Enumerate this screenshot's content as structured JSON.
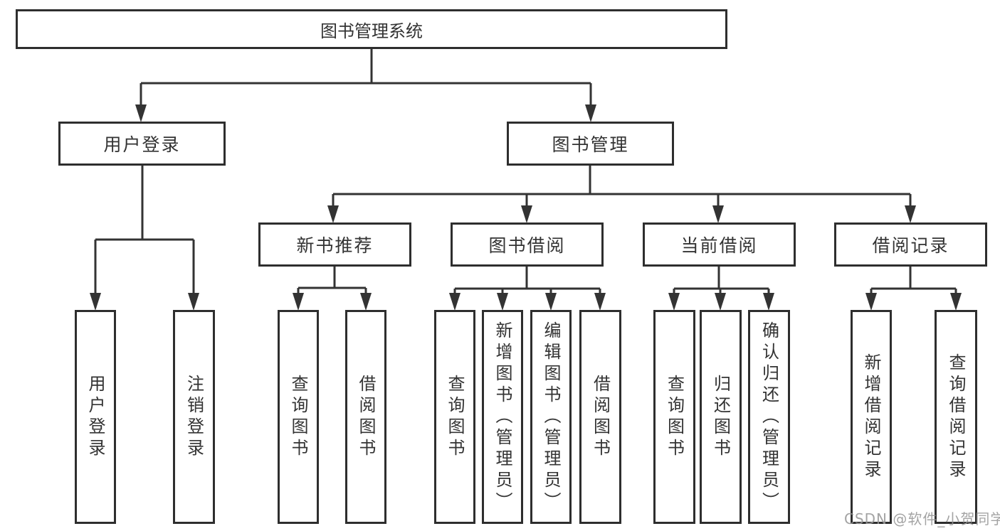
{
  "diagram": {
    "title": "图书管理系统",
    "colors": {
      "line": "#333333",
      "border": "#2e2e2e",
      "text": "#333333",
      "watermark": "#969696",
      "background": "#ffffff"
    },
    "root": {
      "label": "图书管理系统"
    },
    "level2": [
      {
        "label": "用户登录"
      },
      {
        "label": "图书管理"
      }
    ],
    "level3": [
      {
        "label": "新书推荐"
      },
      {
        "label": "图书借阅"
      },
      {
        "label": "当前借阅"
      },
      {
        "label": "借阅记录"
      }
    ],
    "leaves": [
      {
        "label": "用户登录"
      },
      {
        "label": "注销登录"
      },
      {
        "label": "查询图书"
      },
      {
        "label": "借阅图书"
      },
      {
        "label": "查询图书"
      },
      {
        "label": "新增图书（管理员）"
      },
      {
        "label": "编辑图书（管理员）"
      },
      {
        "label": "借阅图书"
      },
      {
        "label": "查询图书"
      },
      {
        "label": "归还图书"
      },
      {
        "label": "确认归还（管理员）"
      },
      {
        "label": "新增借阅记录"
      },
      {
        "label": "查询借阅记录"
      }
    ],
    "watermark": "CSDN @软件_小贺同学"
  }
}
